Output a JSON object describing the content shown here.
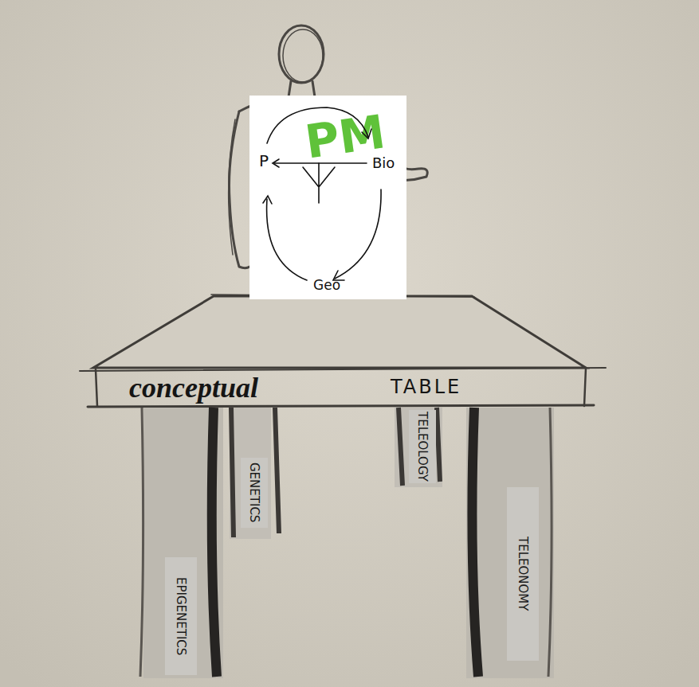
{
  "diagram": {
    "nodes": [
      {
        "text": [
          "PM",
          "P",
          "Bio",
          "Geo"
        ]
      },
      {
        "text": [
          "conceptual",
          "TABLE"
        ]
      },
      {
        "text": [
          "EPIGENETICS"
        ]
      },
      {
        "text": [
          "GENETICS"
        ]
      },
      {
        "text": [
          "TELEOLOGY"
        ]
      },
      {
        "text": [
          "TELEONOMY"
        ]
      }
    ]
  }
}
